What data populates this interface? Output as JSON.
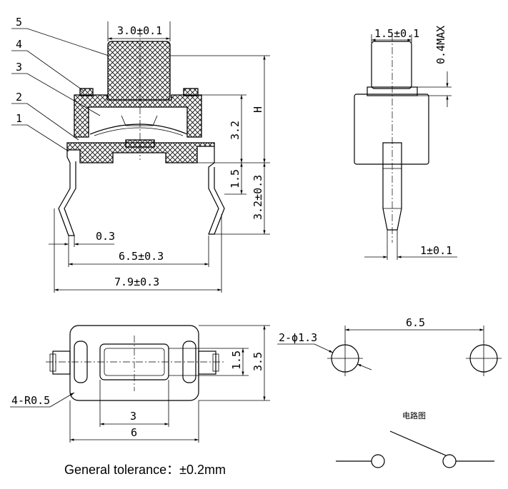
{
  "side_view": {
    "callouts": [
      "5",
      "4",
      "3",
      "2",
      "1"
    ],
    "dims": {
      "top_width": "3.0±0.1",
      "height_32": "3.2",
      "height_h": "H",
      "height_15": "1.5",
      "height_32pm": "3.2±0.3",
      "lead_03": "0.3",
      "width_65": "6.5±0.3",
      "width_79": "7.9±0.3"
    }
  },
  "end_view": {
    "dims": {
      "top_width": "1.5±0.1",
      "max": "0.4MAX",
      "lead": "1±0.1"
    }
  },
  "top_view": {
    "dims": {
      "radius": "4-R0.5",
      "h15": "1.5",
      "h35": "3.5",
      "w3": "3",
      "w6": "6"
    }
  },
  "pcb_view": {
    "dims": {
      "pitch": "6.5",
      "hole": "2-ϕ1.3"
    },
    "circuit_label": "电路图"
  },
  "tolerance_note": "General tolerance：±0.2mm"
}
